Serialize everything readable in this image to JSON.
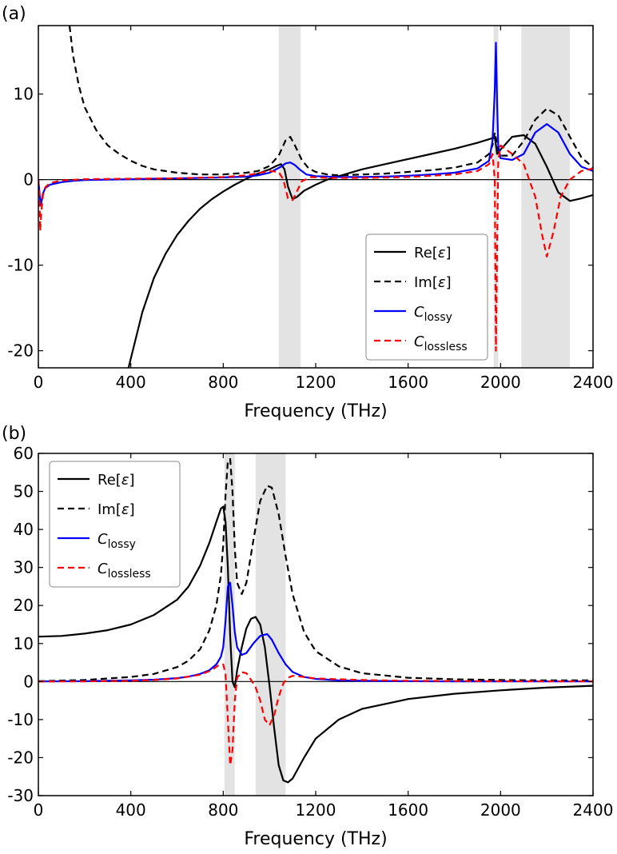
{
  "chart_data": [
    {
      "panel_label": "(a)",
      "type": "line",
      "xlabel": "Frequency (THz)",
      "ylabel": "",
      "xlim": [
        0,
        2400
      ],
      "ylim": [
        -22,
        18
      ],
      "xticks": [
        0,
        400,
        800,
        1200,
        1600,
        2000,
        2400
      ],
      "yticks": [
        -20,
        -10,
        0,
        10
      ],
      "grid": false,
      "legend_position": "lower-right",
      "shaded_bands": [
        [
          1040,
          1135
        ],
        [
          1970,
          1990
        ],
        [
          2090,
          2300
        ]
      ],
      "series": [
        {
          "name": "Re[ε]",
          "label_main": "Re[",
          "label_var": "ε",
          "label_tail": "]",
          "color": "#000000",
          "dash": "solid",
          "x": [
            390,
            450,
            500,
            550,
            600,
            650,
            700,
            750,
            800,
            850,
            900,
            950,
            1000,
            1030,
            1050,
            1065,
            1080,
            1100,
            1120,
            1150,
            1200,
            1250,
            1300,
            1400,
            1500,
            1600,
            1700,
            1800,
            1900,
            1960,
            1975,
            1985,
            2000,
            2050,
            2100,
            2150,
            2200,
            2250,
            2300,
            2350,
            2400
          ],
          "y": [
            -22,
            -15.5,
            -11.5,
            -8.7,
            -6.5,
            -4.8,
            -3.4,
            -2.3,
            -1.4,
            -0.6,
            0.1,
            0.7,
            1.2,
            1.6,
            1.8,
            1.2,
            -0.8,
            -2.3,
            -2.0,
            -1.3,
            -0.6,
            0.0,
            0.4,
            1.2,
            1.8,
            2.4,
            3.0,
            3.6,
            4.3,
            4.8,
            5.0,
            3.0,
            3.5,
            5.0,
            5.2,
            4.2,
            1.5,
            -1.5,
            -2.5,
            -2.2,
            -1.8
          ]
        },
        {
          "name": "Im[ε]",
          "label_main": "Im[",
          "label_var": "ε",
          "label_tail": "]",
          "color": "#000000",
          "dash": "dashed",
          "x": [
            135,
            150,
            175,
            200,
            250,
            300,
            350,
            400,
            450,
            500,
            600,
            700,
            800,
            900,
            950,
            1000,
            1040,
            1070,
            1090,
            1110,
            1140,
            1170,
            1200,
            1250,
            1300,
            1400,
            1500,
            1600,
            1700,
            1800,
            1900,
            1950,
            1965,
            1975,
            1990,
            2000,
            2050,
            2100,
            2150,
            2200,
            2250,
            2300,
            2350,
            2400
          ],
          "y": [
            18,
            14.5,
            11,
            8.5,
            5.8,
            4.0,
            3.0,
            2.2,
            1.6,
            1.2,
            0.8,
            0.6,
            0.6,
            0.8,
            1.0,
            1.6,
            2.8,
            4.6,
            5.0,
            4.0,
            2.3,
            1.3,
            0.9,
            0.6,
            0.5,
            0.6,
            0.7,
            0.9,
            1.1,
            1.4,
            2.0,
            3.0,
            4.0,
            5.5,
            3.5,
            2.8,
            2.8,
            4.5,
            7.0,
            8.3,
            7.5,
            5.0,
            2.6,
            1.4
          ]
        },
        {
          "name": "Clossy",
          "label_main": "C",
          "label_sub": "lossy",
          "label_var": "",
          "label_tail": "",
          "color": "#0000ff",
          "dash": "solid",
          "x": [
            0,
            5,
            10,
            15,
            20,
            30,
            50,
            100,
            150,
            200,
            300,
            400,
            500,
            600,
            700,
            800,
            900,
            950,
            1000,
            1050,
            1070,
            1090,
            1110,
            1130,
            1160,
            1200,
            1300,
            1400,
            1500,
            1600,
            1700,
            1800,
            1900,
            1950,
            1965,
            1975,
            1980,
            1985,
            1990,
            2000,
            2050,
            2100,
            2150,
            2200,
            2250,
            2300,
            2350,
            2400
          ],
          "y": [
            0,
            -1.5,
            -3.0,
            -2.4,
            -1.6,
            -1.0,
            -0.6,
            -0.3,
            -0.15,
            -0.05,
            0,
            0.05,
            0.1,
            0.15,
            0.2,
            0.25,
            0.35,
            0.5,
            0.8,
            1.5,
            1.9,
            2.0,
            1.7,
            1.2,
            0.6,
            0.4,
            0.3,
            0.3,
            0.35,
            0.45,
            0.6,
            0.8,
            1.3,
            2.2,
            4.5,
            10.5,
            16.0,
            9.0,
            4.0,
            2.5,
            2.3,
            3.0,
            5.5,
            6.5,
            5.5,
            3.0,
            1.5,
            1.0
          ]
        },
        {
          "name": "Clossless",
          "label_main": "C",
          "label_sub": "lossless",
          "label_var": "",
          "label_tail": "",
          "color": "#ff0000",
          "dash": "dashed",
          "x": [
            0,
            5,
            8,
            12,
            20,
            30,
            50,
            100,
            200,
            400,
            600,
            800,
            900,
            1000,
            1040,
            1060,
            1080,
            1100,
            1120,
            1140,
            1180,
            1250,
            1400,
            1600,
            1800,
            1900,
            1950,
            1965,
            1975,
            1980,
            1985,
            1990,
            2000,
            2050,
            2100,
            2150,
            2180,
            2200,
            2230,
            2260,
            2300,
            2350,
            2400
          ],
          "y": [
            0,
            -2.0,
            -6.0,
            -4.0,
            -1.8,
            -0.9,
            -0.4,
            -0.1,
            0.05,
            0.1,
            0.15,
            0.3,
            0.5,
            1.0,
            0.9,
            0.0,
            -2.2,
            -2.4,
            -1.3,
            -0.2,
            0.3,
            0.2,
            0.2,
            0.3,
            0.6,
            1.0,
            1.8,
            3.0,
            0.0,
            -20.0,
            -8.0,
            2.0,
            4.0,
            3.0,
            1.8,
            -2.0,
            -6.5,
            -9.0,
            -6.0,
            -2.0,
            0.0,
            1.0,
            1.3
          ]
        }
      ]
    },
    {
      "panel_label": "(b)",
      "type": "line",
      "xlabel": "Frequency (THz)",
      "ylabel": "",
      "xlim": [
        0,
        2400
      ],
      "ylim": [
        -30,
        60
      ],
      "xticks": [
        0,
        400,
        800,
        1200,
        1600,
        2000,
        2400
      ],
      "yticks": [
        -30,
        -20,
        -10,
        0,
        10,
        20,
        30,
        40,
        50,
        60
      ],
      "grid": false,
      "legend_position": "upper-left",
      "shaded_bands": [
        [
          805,
          850
        ],
        [
          940,
          1070
        ]
      ],
      "series": [
        {
          "name": "Re[ε]",
          "label_main": "Re[",
          "label_var": "ε",
          "label_tail": "]",
          "color": "#000000",
          "dash": "solid",
          "x": [
            0,
            100,
            200,
            300,
            400,
            500,
            600,
            650,
            700,
            740,
            770,
            790,
            800,
            810,
            820,
            830,
            840,
            850,
            860,
            880,
            900,
            920,
            940,
            960,
            980,
            1000,
            1020,
            1040,
            1060,
            1080,
            1100,
            1150,
            1200,
            1300,
            1400,
            1600,
            1800,
            2000,
            2200,
            2400
          ],
          "y": [
            11.8,
            12.0,
            12.6,
            13.5,
            15.0,
            17.5,
            21.5,
            25.0,
            30.5,
            36.5,
            42.0,
            45.5,
            46.0,
            42.0,
            30.0,
            12.0,
            0.0,
            -1.5,
            3.0,
            9.0,
            14.0,
            16.5,
            17.0,
            15.0,
            9.0,
            -1.0,
            -12.0,
            -22.0,
            -26.0,
            -26.5,
            -25.5,
            -20.0,
            -15.0,
            -10.0,
            -7.2,
            -4.6,
            -3.2,
            -2.3,
            -1.6,
            -1.1
          ]
        },
        {
          "name": "Im[ε]",
          "label_main": "Im[",
          "label_var": "ε",
          "label_tail": "]",
          "color": "#000000",
          "dash": "dashed",
          "x": [
            0,
            200,
            400,
            500,
            600,
            650,
            700,
            740,
            770,
            790,
            800,
            810,
            820,
            830,
            840,
            850,
            860,
            880,
            900,
            930,
            960,
            990,
            1010,
            1040,
            1070,
            1100,
            1150,
            1200,
            1300,
            1400,
            1600,
            1800,
            2000,
            2200,
            2400
          ],
          "y": [
            0.1,
            0.4,
            1.2,
            2.0,
            3.8,
            5.5,
            8.5,
            13.5,
            20.0,
            28.0,
            36.0,
            49.0,
            58.0,
            58.5,
            50.0,
            35.0,
            26.0,
            23.0,
            26.0,
            37.0,
            47.5,
            51.5,
            51.0,
            44.0,
            33.0,
            23.0,
            13.0,
            8.0,
            4.0,
            2.2,
            1.0,
            0.6,
            0.4,
            0.3,
            0.3
          ]
        },
        {
          "name": "Clossy",
          "label_main": "C",
          "label_sub": "lossy",
          "label_var": "",
          "label_tail": "",
          "color": "#0000ff",
          "dash": "solid",
          "x": [
            0,
            200,
            400,
            500,
            600,
            650,
            700,
            740,
            770,
            790,
            800,
            810,
            820,
            830,
            840,
            850,
            860,
            880,
            900,
            930,
            960,
            990,
            1010,
            1040,
            1070,
            1100,
            1150,
            1200,
            1300,
            1400,
            1600,
            1800,
            2000,
            2200,
            2400
          ],
          "y": [
            0.05,
            0.1,
            0.3,
            0.5,
            0.9,
            1.3,
            2.0,
            3.0,
            4.5,
            6.5,
            9.0,
            16.0,
            25.0,
            26.0,
            20.0,
            13.0,
            9.0,
            7.0,
            7.5,
            10.0,
            12.0,
            12.5,
            11.0,
            7.5,
            4.5,
            2.5,
            1.2,
            0.7,
            0.3,
            0.2,
            0.1,
            0.05,
            0.05,
            0.05,
            0.05
          ]
        },
        {
          "name": "Clossless",
          "label_main": "C",
          "label_sub": "lossless",
          "label_var": "",
          "label_tail": "",
          "color": "#ff0000",
          "dash": "dashed",
          "x": [
            0,
            200,
            400,
            500,
            600,
            700,
            750,
            780,
            800,
            810,
            820,
            830,
            840,
            850,
            860,
            880,
            900,
            920,
            940,
            960,
            980,
            1000,
            1020,
            1040,
            1060,
            1080,
            1100,
            1150,
            1200,
            1400,
            1600,
            2000,
            2400
          ],
          "y": [
            0,
            0.05,
            0.2,
            0.4,
            0.8,
            1.8,
            3.0,
            4.3,
            4.5,
            2.0,
            -10.0,
            -22.0,
            -18.0,
            -5.0,
            1.0,
            2.5,
            2.2,
            0.5,
            -1.5,
            -5.0,
            -10.0,
            -11.5,
            -9.0,
            -4.0,
            -0.5,
            1.0,
            1.5,
            1.2,
            0.8,
            0.4,
            0.2,
            0.1,
            0.05
          ]
        }
      ]
    }
  ]
}
